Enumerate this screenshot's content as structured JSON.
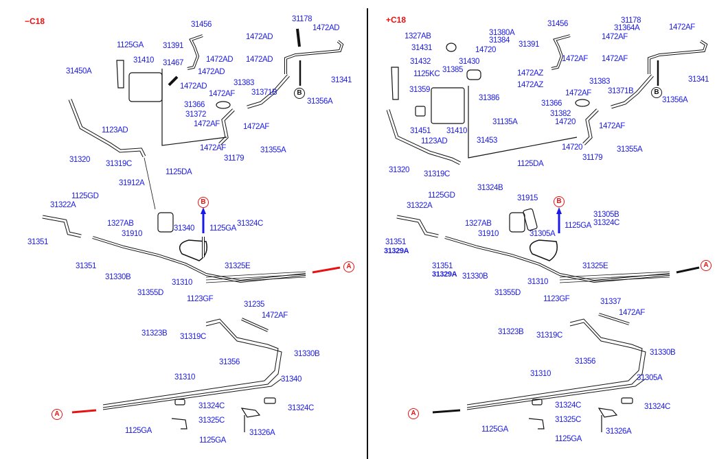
{
  "colors": {
    "label": "#1a1ae6",
    "variant": "#e81010",
    "line": "#111111",
    "arrow_red": "#e81010",
    "arrow_blue": "#1a1ae6"
  },
  "left": {
    "variant": "−C18",
    "labels": {
      "l1125GA_top": "1125GA",
      "l31410": "31410",
      "l31450A": "31450A",
      "l31456": "31456",
      "l31391": "31391",
      "l31467": "31467",
      "l1472AD_a": "1472AD",
      "l1472AD_b": "1472AD",
      "l1472AD_c": "1472AD",
      "l1472AD_d": "1472AD",
      "l1472AD_e": "1472AD",
      "l1472AD_f": "1472AD",
      "l31178": "31178",
      "l31383": "31383",
      "l31341": "31341",
      "l1472AF_a": "1472AF",
      "l31371B": "31371B",
      "l31366": "31366",
      "l31356A": "31356A",
      "l31372": "31372",
      "l1472AF_b": "1472AF",
      "l1472AF_c": "1472AF",
      "l1472AF_d": "1472AF",
      "l31355A": "31355A",
      "l31179": "31179",
      "l1123AD": "1123AD",
      "l31320": "31320",
      "l31319C": "31319C",
      "l1125DA": "1125DA",
      "l31912A": "31912A",
      "l1125GD": "1125GD",
      "l31322A": "31322A",
      "l1327AB": "1327AB",
      "l31910": "31910",
      "l31340": "31340",
      "l1125GA_mid": "1125GA",
      "l31324C_mid": "31324C",
      "l31351_a": "31351",
      "l31351_b": "31351",
      "l31330B": "31330B",
      "l31325E": "31325E",
      "l31310": "31310",
      "l31355D": "31355D",
      "l1123GF": "1123GF",
      "l31235": "31235",
      "l1472AF_e": "1472AF",
      "l31323B": "31323B",
      "l31319C_b": "31319C",
      "l31330B_b": "31330B",
      "l31356": "31356",
      "l31310_b": "31310",
      "l31340_b": "31340",
      "l31324C_a": "31324C",
      "l31324C_b": "31324C",
      "l31325C": "31325C",
      "l1125GA_a": "1125GA",
      "l1125GA_b": "1125GA",
      "l31326A": "31326A"
    },
    "markers": {
      "a1": "A",
      "a2": "A",
      "b1": "B",
      "b2": "B"
    }
  },
  "right": {
    "variant": "+C18",
    "labels": {
      "r1327AB": "1327AB",
      "r31431": "31431",
      "r31432": "31432",
      "r1125KC": "1125KC",
      "r31359": "31359",
      "r31380A": "31380A",
      "r31384": "31384",
      "r14720_a": "14720",
      "r31430": "31430",
      "r31385": "31385",
      "r1472AZ_a": "1472AZ",
      "r1472AZ_b": "1472AZ",
      "r31386": "31386",
      "r31135A": "31135A",
      "r31451": "31451",
      "r31410": "31410",
      "r31453": "31453",
      "r1123AD": "1123AD",
      "r31456": "31456",
      "r31391": "31391",
      "r31178": "31178",
      "r31364A": "31364A",
      "r1472AF_a": "1472AF",
      "r1472AF_b": "1472AF",
      "r1472AF_c": "1472AF",
      "r1472AF_d": "1472AF",
      "r31383": "31383",
      "r31341": "31341",
      "r1472AF_e": "1472AF",
      "r31371B": "31371B",
      "r31366": "31366",
      "r31356A": "31356A",
      "r31382": "31382",
      "r14720_b": "14720",
      "r14720_c": "14720",
      "r1472AF_f": "1472AF",
      "r31179": "31179",
      "r31355A": "31355A",
      "r31320": "31320",
      "r31319C": "31319C",
      "r1125DA": "1125DA",
      "r31324B": "31324B",
      "r1125GD": "1125GD",
      "r31915": "31915",
      "r31322A": "31322A",
      "r1327AB_b": "1327AB",
      "r31910": "31910",
      "r31305A": "31305A",
      "r31305B": "31305B",
      "r31324C_top": "31324C",
      "r1125GA_mid": "1125GA",
      "r31351_a": "31351",
      "r31329A_a": "31329A",
      "r31351_b": "31351",
      "r31329A_b": "31329A",
      "r31330B": "31330B",
      "r31325E": "31325E",
      "r31310": "31310",
      "r31355D": "31355D",
      "r1123GF": "1123GF",
      "r31337": "31337",
      "r1472AF_g": "1472AF",
      "r31323B": "31323B",
      "r31319C_b": "31319C",
      "r31330B_b": "31330B",
      "r31356": "31356",
      "r31310_b": "31310",
      "r31305A_b": "31305A",
      "r31324C_a": "31324C",
      "r31324C_b": "31324C",
      "r31325C": "31325C",
      "r1125GA_a": "1125GA",
      "r1125GA_b": "1125GA",
      "r31326A": "31326A"
    },
    "markers": {
      "a1": "A",
      "a2": "A",
      "b1": "B",
      "b2": "B"
    }
  }
}
